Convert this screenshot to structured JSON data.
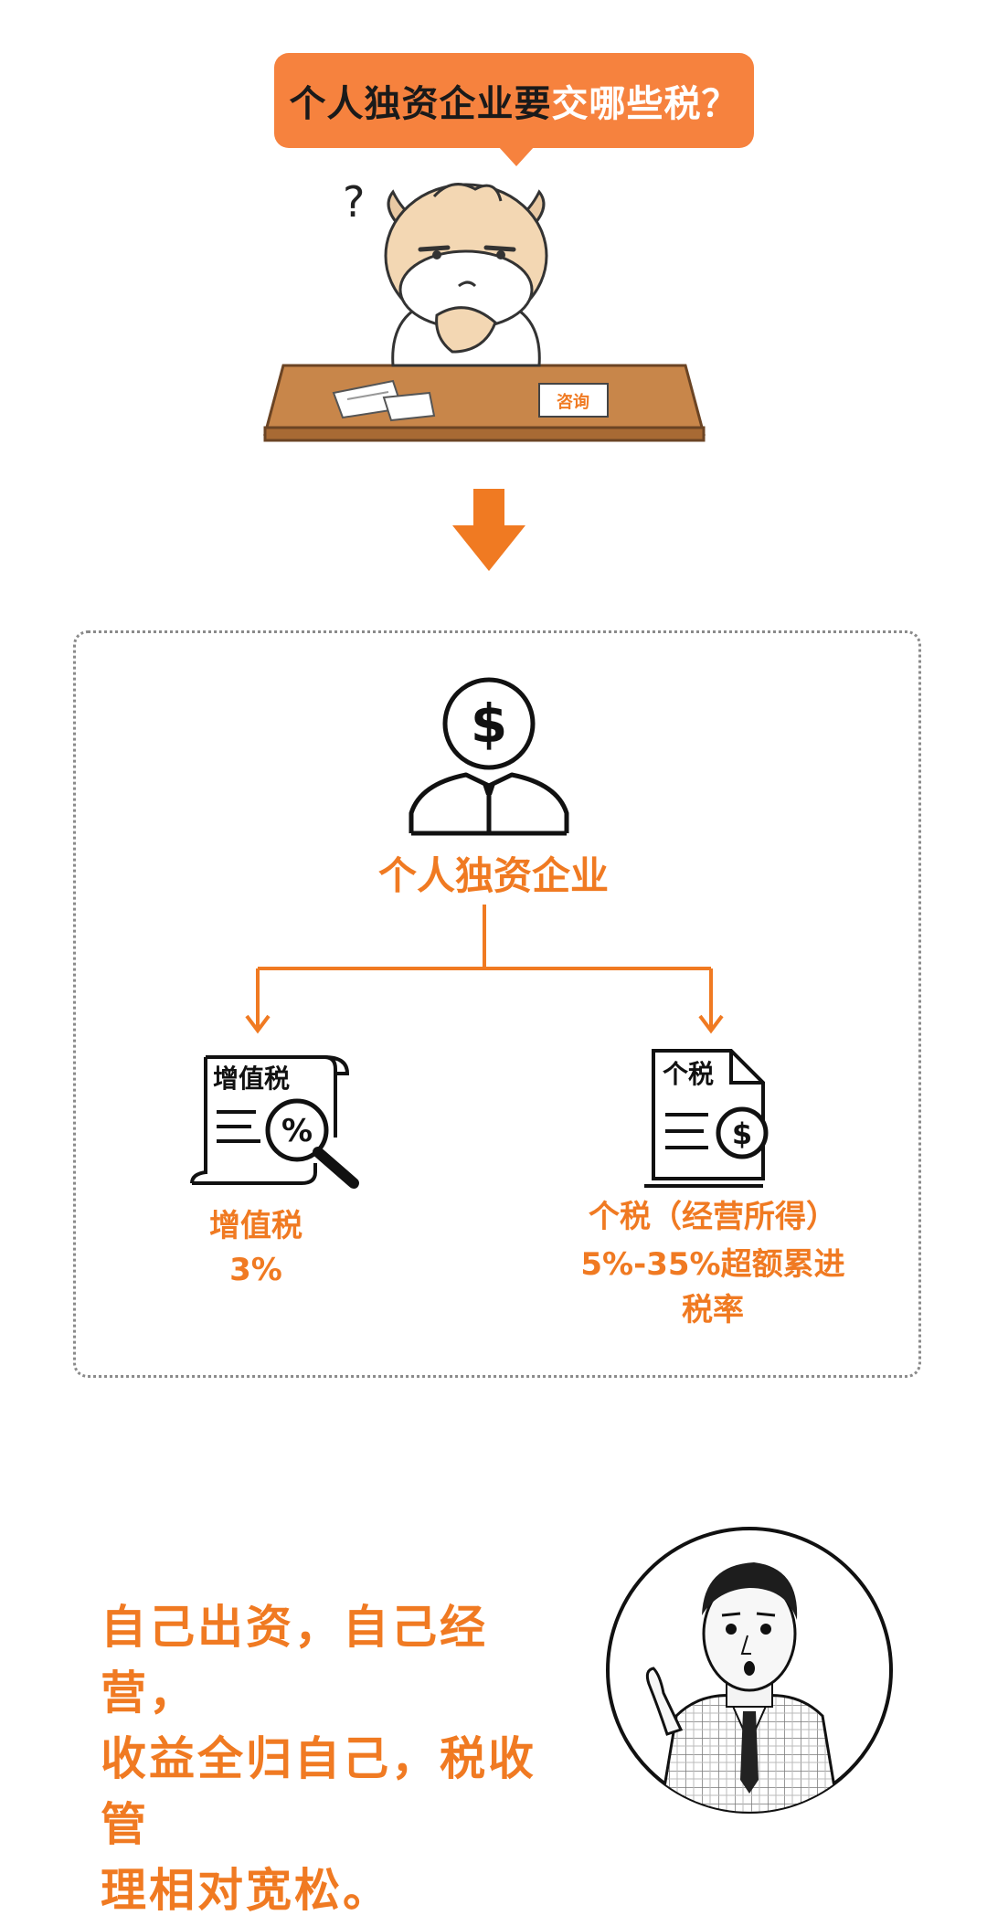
{
  "header": {
    "question_prefix": "个人独资企业要",
    "question_highlight": "交哪些税？"
  },
  "cartoon": {
    "paper_label": "咨询",
    "question_mark": "?"
  },
  "diagram": {
    "root_label": "个人独资企业",
    "left": {
      "icon_label": "增值税",
      "title": "增值税",
      "rate": "3%"
    },
    "right": {
      "icon_label": "个税",
      "title": "个税（经营所得）",
      "rate_line1": "5%-35%超额累进",
      "rate_line2": "税率"
    }
  },
  "footer": {
    "line1": "自己出资，自己经营，",
    "line2": "收益全归自己，税收管",
    "line3": "理相对宽松。"
  },
  "colors": {
    "accent": "#f07a22",
    "bubble": "#f6823e",
    "desk": "#c8864a"
  }
}
